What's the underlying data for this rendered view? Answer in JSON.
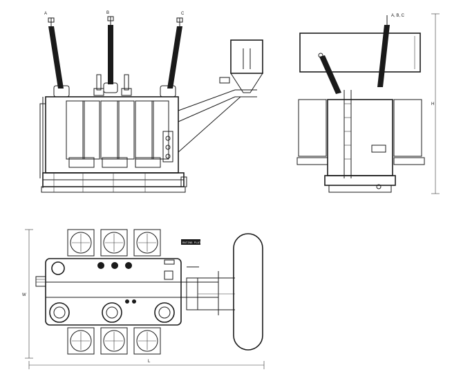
{
  "front_view": {
    "bushing_labels": [
      "A",
      "B",
      "C"
    ]
  },
  "side_view": {
    "bushing_label": "A, B, C",
    "height_dim": "H"
  },
  "top_view": {
    "width_dim": "W",
    "length_dim": "L",
    "nameplate_text": "RATING PLATE"
  }
}
